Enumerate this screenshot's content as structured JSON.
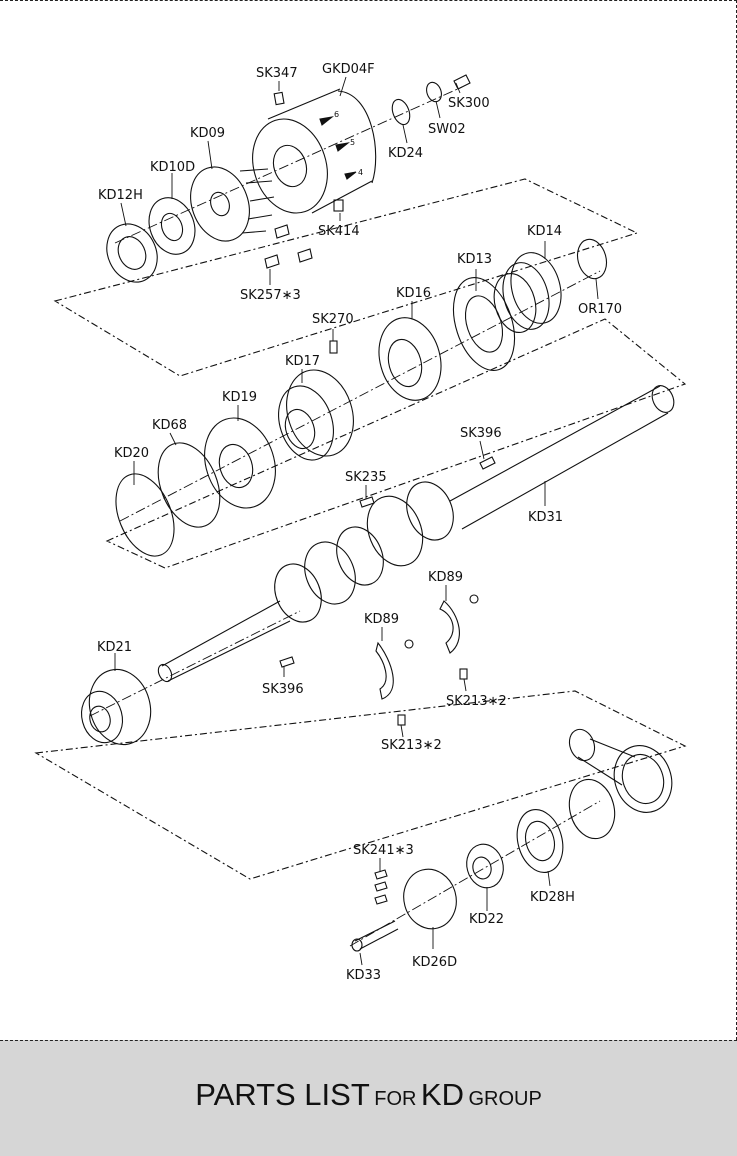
{
  "labels": {
    "sk347": "SK347",
    "gkd04f": "GKD04F",
    "sk300": "SK300",
    "sw02": "SW02",
    "kd24": "KD24",
    "kd09": "KD09",
    "kd10d": "KD10D",
    "kd12h": "KD12H",
    "sk414": "SK414",
    "sk257": "SK257∗3",
    "kd14": "KD14",
    "kd13": "KD13",
    "or170": "OR170",
    "kd16": "KD16",
    "sk270": "SK270",
    "kd17": "KD17",
    "kd19": "KD19",
    "kd68": "KD68",
    "kd20": "KD20",
    "sk396a": "SK396",
    "sk235": "SK235",
    "kd31": "KD31",
    "kd89a": "KD89",
    "kd89b": "KD89",
    "kd21": "KD21",
    "sk396b": "SK396",
    "sk213a": "SK213∗2",
    "sk213b": "SK213∗2",
    "sk241": "SK241∗3",
    "kd28h": "KD28H",
    "kd22": "KD22",
    "kd26d": "KD26D",
    "kd33": "KD33"
  },
  "dial_marks": {
    "m6": "6",
    "m5": "5",
    "m4": "4"
  },
  "footer": {
    "w1": "PARTS LIST",
    "w2": "FOR",
    "w3": "KD",
    "w4": "GROUP"
  }
}
